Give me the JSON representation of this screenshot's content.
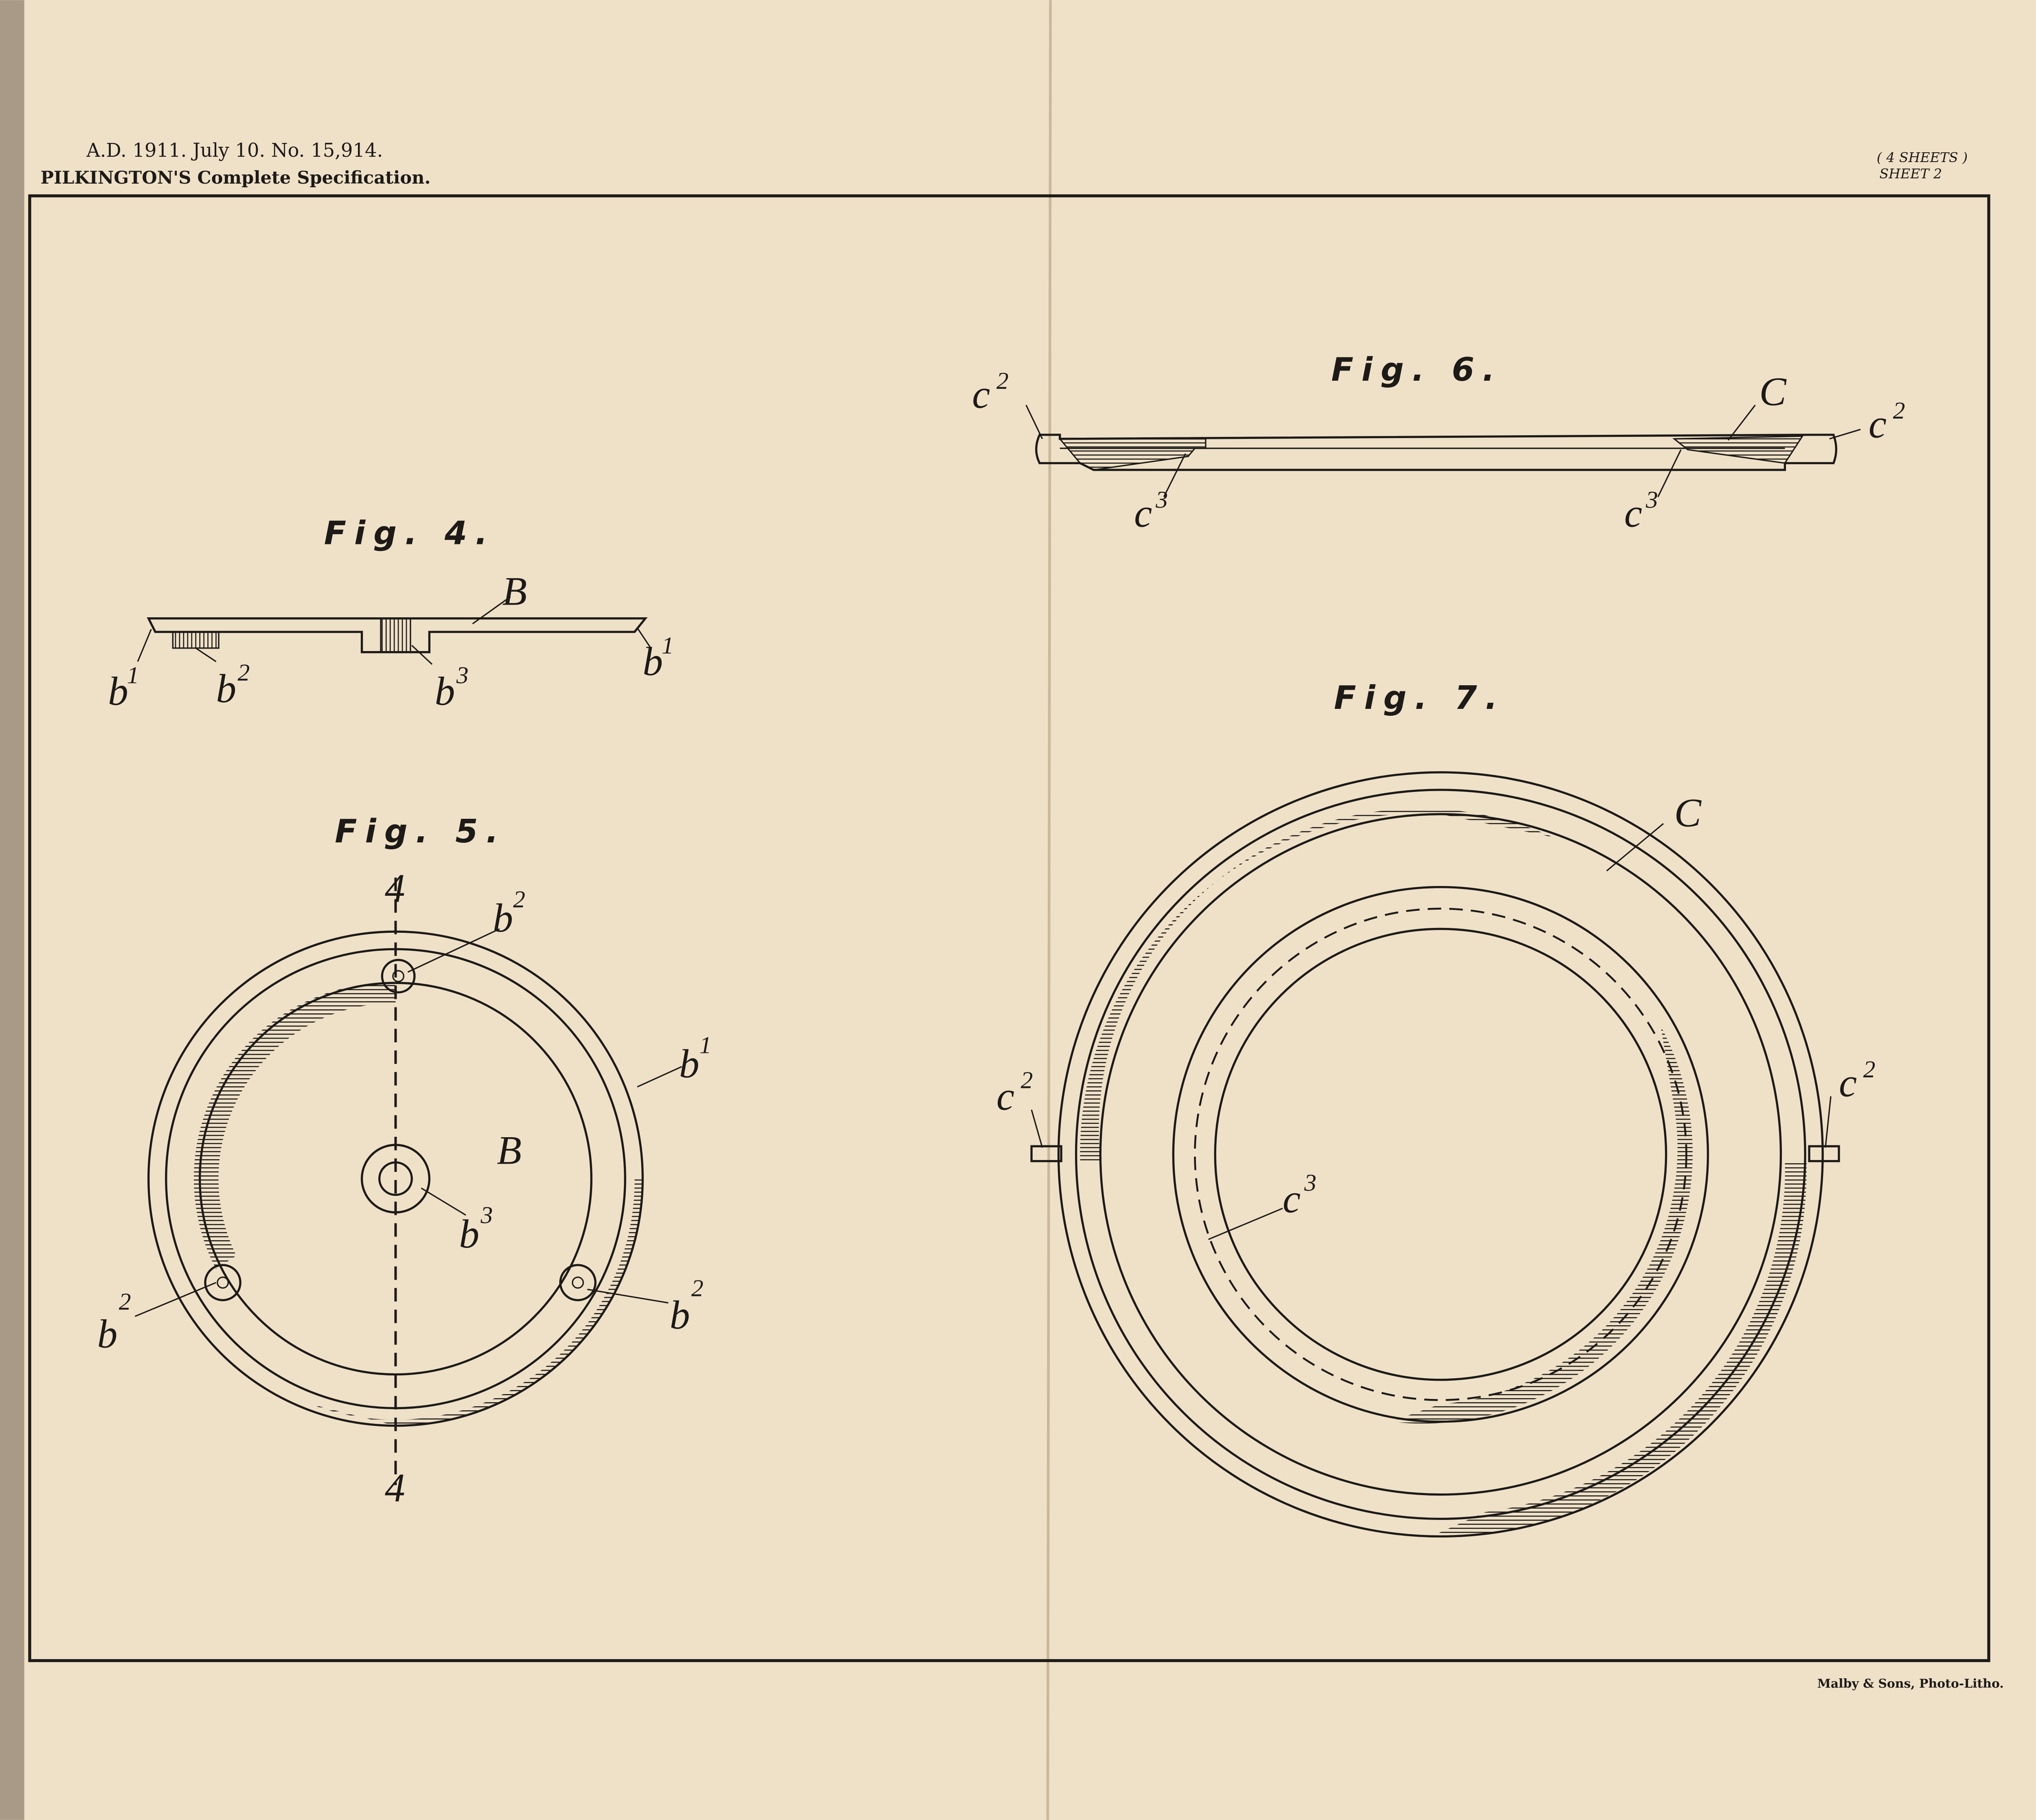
{
  "header": {
    "line1": "A.D. 1911. July 10. No. 15,914.",
    "line2": "PILKINGTON'S Complete Specification.",
    "sheets_total": "( 4 SHEETS )",
    "sheet_number": "SHEET 2"
  },
  "footer": {
    "printer": "Malby & Sons, Photo-Litho."
  },
  "figures": {
    "fig4": {
      "title": "Fig. 4.",
      "labels": [
        {
          "base": "B",
          "sup": ""
        },
        {
          "base": "b",
          "sup": "1"
        },
        {
          "base": "b",
          "sup": "2"
        },
        {
          "base": "b",
          "sup": "3"
        },
        {
          "base": "b",
          "sup": "1"
        }
      ]
    },
    "fig5": {
      "title": "Fig. 5.",
      "section_mark": "4",
      "labels": [
        {
          "base": "b",
          "sup": "2"
        },
        {
          "base": "b",
          "sup": "1"
        },
        {
          "base": "B",
          "sup": ""
        },
        {
          "base": "b",
          "sup": "3"
        },
        {
          "base": "b",
          "sup": "2"
        },
        {
          "base": "b",
          "sup": "2"
        }
      ]
    },
    "fig6": {
      "title": "Fig. 6.",
      "labels": [
        {
          "base": "c",
          "sup": "2"
        },
        {
          "base": "C",
          "sup": ""
        },
        {
          "base": "c",
          "sup": "2"
        },
        {
          "base": "c",
          "sup": "3"
        },
        {
          "base": "c",
          "sup": "3"
        }
      ]
    },
    "fig7": {
      "title": "Fig. 7.",
      "labels": [
        {
          "base": "C",
          "sup": ""
        },
        {
          "base": "c",
          "sup": "2"
        },
        {
          "base": "c",
          "sup": "2"
        },
        {
          "base": "c",
          "sup": "3"
        }
      ]
    }
  },
  "colors": {
    "paper": "#efe1c8",
    "ink": "#1d1a17",
    "binding": "#a89a86"
  }
}
